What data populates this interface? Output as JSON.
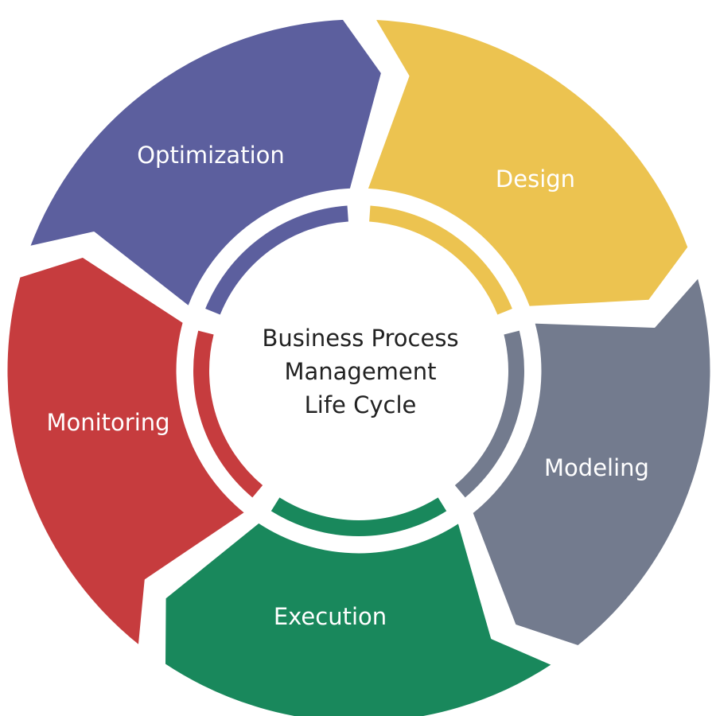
{
  "diagram": {
    "center": {
      "lines": [
        "Business Process",
        "Management",
        "Life Cycle"
      ]
    },
    "stages": [
      {
        "id": "design",
        "label": "Design",
        "color": "#ecc350"
      },
      {
        "id": "modeling",
        "label": "Modeling",
        "color": "#737b8e"
      },
      {
        "id": "execution",
        "label": "Execution",
        "color": "#19885c"
      },
      {
        "id": "monitoring",
        "label": "Monitoring",
        "color": "#c63c3e"
      },
      {
        "id": "optimization",
        "label": "Optimization",
        "color": "#5c5f9e"
      }
    ]
  }
}
